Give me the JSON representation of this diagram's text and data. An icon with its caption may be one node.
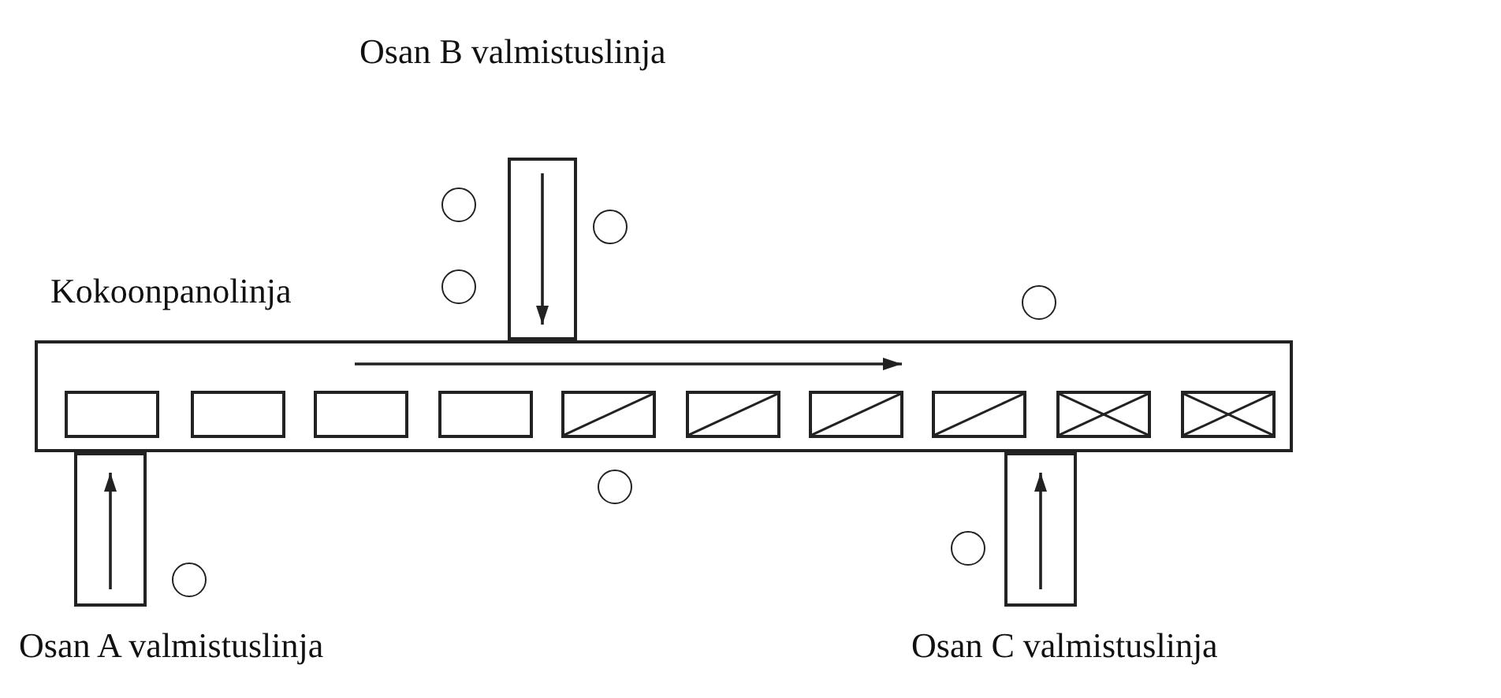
{
  "diagram": {
    "nodes": [
      {
        "text": [
          "Osan B valmistuslinja"
        ]
      },
      {
        "text": [
          "Kokoonpanolinja"
        ]
      },
      {
        "text": [],
        "shape": "box",
        "in": 1
      },
      {
        "text": [],
        "shape": "box",
        "in": 1
      },
      {
        "text": [],
        "shape": "box",
        "in": 1
      },
      {
        "text": [],
        "shape": "box",
        "in": 1
      },
      {
        "text": [],
        "shape": "box",
        "in": 1
      },
      {
        "text": [],
        "shape": "box",
        "in": 1
      },
      {
        "text": [],
        "shape": "box",
        "in": 1
      },
      {
        "text": [],
        "shape": "box",
        "in": 1
      },
      {
        "text": [],
        "shape": "box",
        "in": 1
      },
      {
        "text": [],
        "shape": "box",
        "in": 1
      },
      {
        "text": [
          "Osan A valmistuslinja"
        ]
      },
      {
        "text": [
          "Osan C valmistuslinja"
        ]
      },
      {
        "text": [],
        "shape": "circle"
      },
      {
        "text": [],
        "shape": "circle"
      },
      {
        "text": [],
        "shape": "circle"
      },
      {
        "text": [],
        "shape": "circle"
      },
      {
        "text": [],
        "shape": "circle"
      },
      {
        "text": [],
        "shape": "circle"
      },
      {
        "text": [],
        "shape": "circle"
      }
    ]
  }
}
